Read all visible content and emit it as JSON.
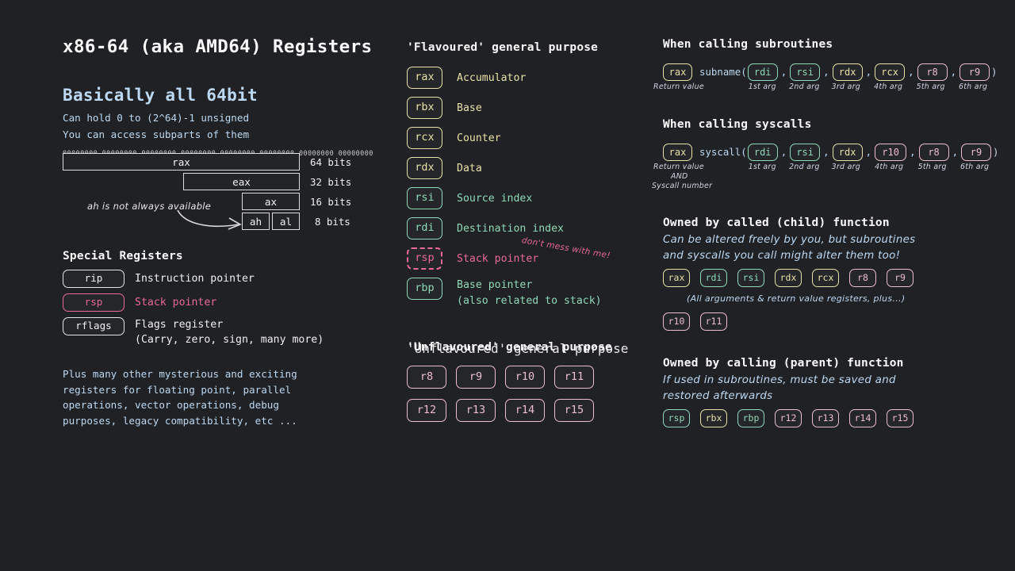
{
  "page": {
    "title": "x86-64 (aka AMD64) Registers",
    "background": "#202124"
  },
  "colors": {
    "cream": "#e9e0a8",
    "teal": "#8fd9b6",
    "rose": "#eabecb",
    "pink": "#e8699a",
    "blue": "#bcd8f2",
    "white": "#f2f2f2"
  },
  "left": {
    "heading": "Basically all 64bit",
    "line1": "Can hold 0 to (2^64)-1 unsigned",
    "line2": "You can access subparts of them",
    "bits": "00000000 00000000 00000000 00000000 00000000 00000000 00000000 00000000",
    "boxes": [
      {
        "name": "rax",
        "size": "64 bits"
      },
      {
        "name": "eax",
        "size": "32 bits"
      },
      {
        "name": "ax",
        "size": "16 bits"
      },
      {
        "name": "ah",
        "size": "8 bits"
      },
      {
        "name": "al",
        "size": ""
      }
    ],
    "note": "ah is not always available",
    "special_heading": "Special Registers",
    "special": [
      {
        "reg": "rip",
        "desc": "Instruction pointer",
        "desc2": "",
        "color": "white"
      },
      {
        "reg": "rsp",
        "desc": "Stack pointer",
        "desc2": "",
        "color": "pink"
      },
      {
        "reg": "rflags",
        "desc": "Flags register",
        "desc2": "(Carry, zero, sign, many more)",
        "color": "white"
      }
    ],
    "outro": "Plus many other mysterious and exciting registers for floating point, parallel operations, vector operations, debug purposes, legacy compatibility, etc ..."
  },
  "middle": {
    "flavoured_heading": "'Flavoured' general purpose",
    "flavoured": [
      {
        "reg": "rax",
        "desc": "Accumulator",
        "desc2": "",
        "color": "cream"
      },
      {
        "reg": "rbx",
        "desc": "Base",
        "desc2": "",
        "color": "cream"
      },
      {
        "reg": "rcx",
        "desc": "Counter",
        "desc2": "",
        "color": "cream"
      },
      {
        "reg": "rdx",
        "desc": "Data",
        "desc2": "",
        "color": "cream"
      },
      {
        "reg": "rsi",
        "desc": "Source index",
        "desc2": "",
        "color": "teal"
      },
      {
        "reg": "rdi",
        "desc": "Destination index",
        "desc2": "",
        "color": "teal"
      },
      {
        "reg": "rsp",
        "desc": "Stack pointer",
        "desc2": "",
        "color": "pinkd"
      },
      {
        "reg": "rbp",
        "desc": "Base pointer",
        "desc2": "(also related to stack)",
        "color": "teal"
      }
    ],
    "rsp_annotation": "don't mess with me!",
    "unflavoured_heading": "'Unflavoured' general purpose",
    "unflavoured": [
      "r8",
      "r9",
      "r10",
      "r11",
      "r12",
      "r13",
      "r14",
      "r15"
    ]
  },
  "right": {
    "subroutines": {
      "heading": "When calling subroutines",
      "ret_reg": "rax",
      "ret_label": "Return value",
      "call_text": "subname(",
      "close_text": ")",
      "args": [
        {
          "reg": "rdi",
          "label": "1st arg",
          "color": "teal"
        },
        {
          "reg": "rsi",
          "label": "2nd arg",
          "color": "teal"
        },
        {
          "reg": "rdx",
          "label": "3rd arg",
          "color": "cream"
        },
        {
          "reg": "rcx",
          "label": "4th arg",
          "color": "cream"
        },
        {
          "reg": "r8",
          "label": "5th arg",
          "color": "rose"
        },
        {
          "reg": "r9",
          "label": "6th arg",
          "color": "rose"
        }
      ]
    },
    "syscalls": {
      "heading": "When calling syscalls",
      "ret_reg": "rax",
      "ret_label": "Return value",
      "ret_label2": "AND",
      "ret_label3": "Syscall number",
      "call_text": "syscall(",
      "close_text": ")",
      "args": [
        {
          "reg": "rdi",
          "label": "1st arg",
          "color": "teal"
        },
        {
          "reg": "rsi",
          "label": "2nd arg",
          "color": "teal"
        },
        {
          "reg": "rdx",
          "label": "3rd arg",
          "color": "cream"
        },
        {
          "reg": "r10",
          "label": "4th arg",
          "color": "rose"
        },
        {
          "reg": "r8",
          "label": "5th arg",
          "color": "rose"
        },
        {
          "reg": "r9",
          "label": "6th arg",
          "color": "rose"
        }
      ]
    },
    "child": {
      "heading": "Owned by called (child) function",
      "desc": "Can be altered freely by you, but subroutines and syscalls you call might alter them too!",
      "row1": [
        {
          "reg": "rax",
          "color": "cream"
        },
        {
          "reg": "rdi",
          "color": "teal"
        },
        {
          "reg": "rsi",
          "color": "teal"
        },
        {
          "reg": "rdx",
          "color": "cream"
        },
        {
          "reg": "rcx",
          "color": "cream"
        },
        {
          "reg": "r8",
          "color": "rose"
        },
        {
          "reg": "r9",
          "color": "rose"
        }
      ],
      "note": "(All arguments & return value registers, plus...)",
      "row2": [
        {
          "reg": "r10",
          "color": "rose"
        },
        {
          "reg": "r11",
          "color": "rose"
        }
      ]
    },
    "parent": {
      "heading": "Owned by calling (parent) function",
      "desc": "If used in subroutines, must be saved and restored afterwards",
      "regs": [
        {
          "reg": "rsp",
          "color": "teal"
        },
        {
          "reg": "rbx",
          "color": "cream"
        },
        {
          "reg": "rbp",
          "color": "teal"
        },
        {
          "reg": "r12",
          "color": "rose"
        },
        {
          "reg": "r13",
          "color": "rose"
        },
        {
          "reg": "r14",
          "color": "rose"
        },
        {
          "reg": "r15",
          "color": "rose"
        }
      ]
    }
  }
}
